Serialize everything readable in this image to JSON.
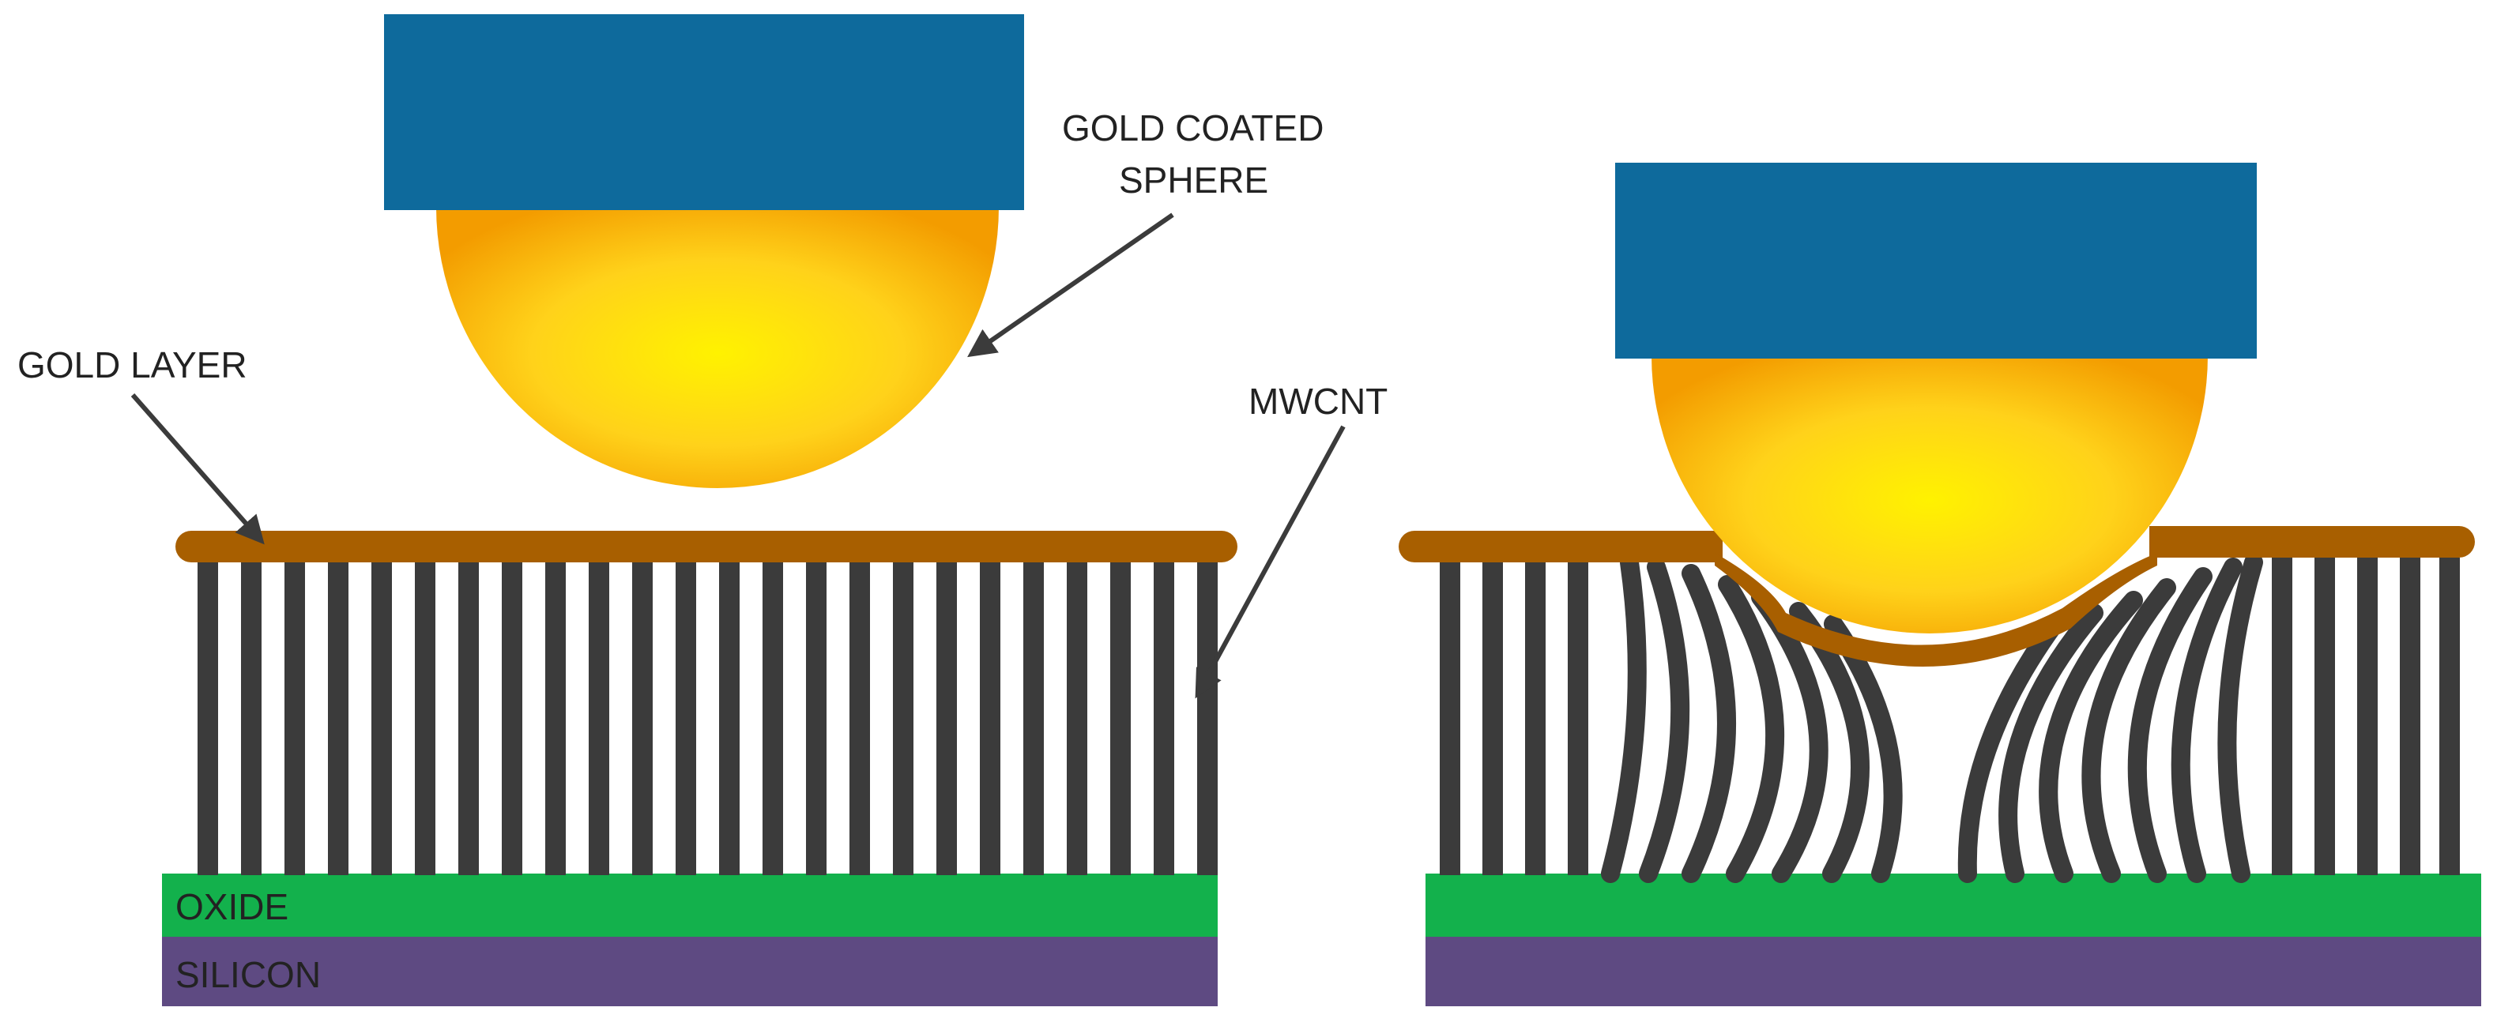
{
  "diagram": {
    "labels": {
      "gold_coated_sphere_line1": "GOLD COATED",
      "gold_coated_sphere_line2": "SPHERE",
      "gold_layer": "GOLD LAYER",
      "mwcnt": "MWCNT",
      "oxide": "OXIDE",
      "silicon": "SILICON"
    },
    "colors": {
      "holder_blue": "#0e6a9c",
      "gold_brown": "#a85f00",
      "nanotube_gray": "#3b3b3b",
      "oxide_green": "#13b14c",
      "silicon_purple": "#5e4a82",
      "sphere_center": "#fff200",
      "sphere_edge": "#f39c00",
      "arrow": "#3b3b3b"
    }
  }
}
